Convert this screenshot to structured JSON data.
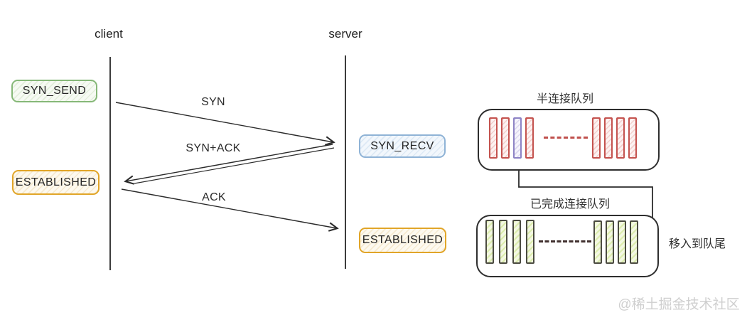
{
  "actors": {
    "client": "client",
    "server": "server"
  },
  "states": {
    "syn_send": "SYN_SEND",
    "client_established": "ESTABLISHED",
    "syn_recv": "SYN_RECV",
    "server_established": "ESTABLISHED"
  },
  "messages": {
    "syn": "SYN",
    "syn_ack": "SYN+ACK",
    "ack": "ACK"
  },
  "queues": {
    "half_open": {
      "title": "半连接队列",
      "left_bars": [
        "red",
        "red",
        "purple",
        "red"
      ],
      "right_bars": [
        "red",
        "red",
        "red",
        "red"
      ]
    },
    "accepted": {
      "title": "已完成连接队列",
      "left_bars": [
        "green",
        "green",
        "green",
        "green"
      ],
      "right_bars": [
        "green",
        "green",
        "green",
        "green"
      ]
    },
    "move_note": "移入到队尾"
  },
  "watermark": "@稀土掘金技术社区",
  "colors": {
    "line": "#2b2b2b",
    "red_bar": "#c4524e",
    "purple_bar": "#8d83c5",
    "green_bar": "#4b4b41",
    "green_state": "#86b878",
    "blue_state": "#8fb3d6",
    "orange_state": "#e1a528",
    "dots_half_open": "#c0504d",
    "dots_accepted": "#41302f",
    "watermark": "#cfcfcf"
  }
}
